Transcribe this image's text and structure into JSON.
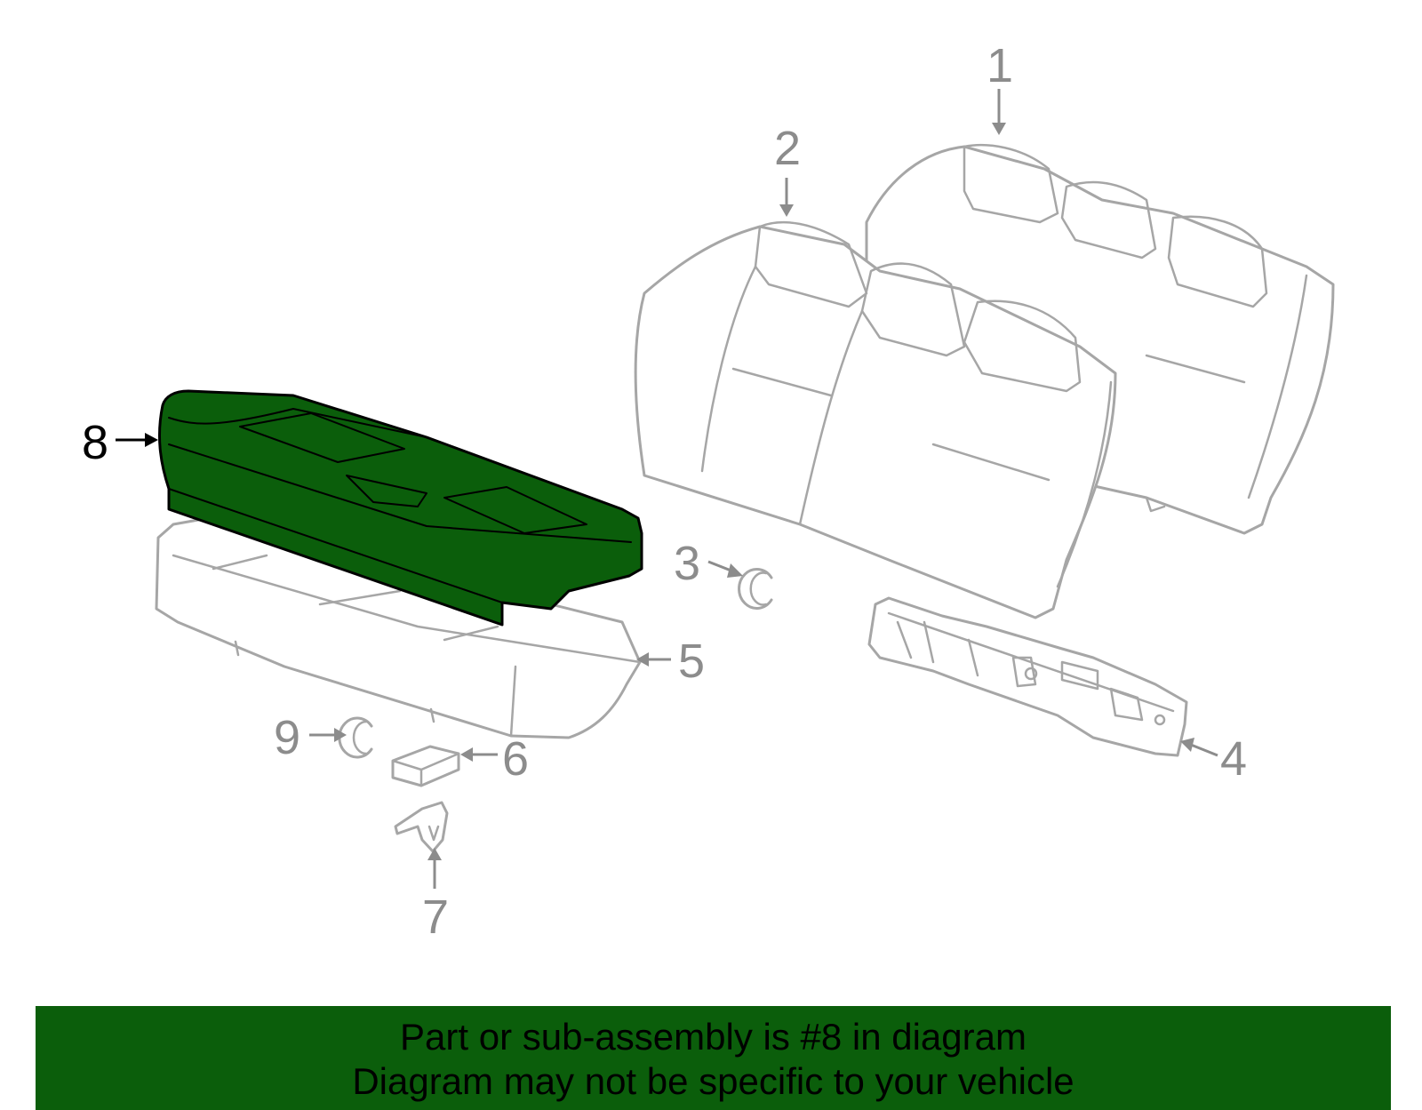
{
  "diagram": {
    "callouts": [
      "1",
      "2",
      "3",
      "4",
      "5",
      "6",
      "7",
      "8",
      "9"
    ],
    "highlighted_part": "8",
    "colors": {
      "highlight": "#0b5e0b",
      "line": "#a6a6a6",
      "label": "#8c8c8c",
      "active_label": "#000000"
    }
  },
  "banner": {
    "line1": "Part or sub-assembly is #8 in diagram",
    "line2": "Diagram may not be specific to your vehicle"
  }
}
